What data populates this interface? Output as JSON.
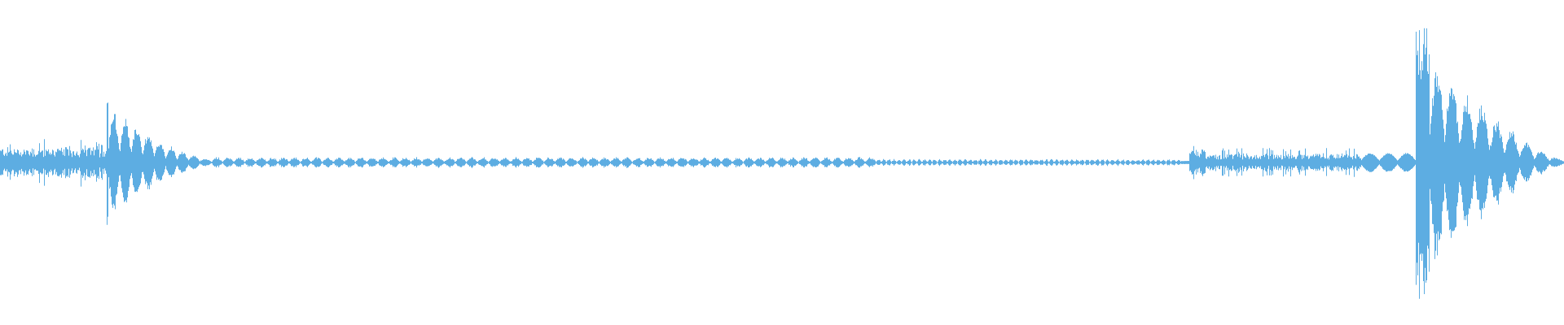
{
  "waveform": {
    "color": "#5dade2",
    "background": "#ffffff",
    "amplitude_range": [
      -1,
      1
    ],
    "peak_amplitude": 0.92,
    "segments": [
      {
        "start": 0.0,
        "end": 0.068,
        "style": "noise",
        "amp": 0.1
      },
      {
        "start": 0.068,
        "end": 0.069,
        "style": "spike",
        "amp": 0.52
      },
      {
        "start": 0.069,
        "end": 0.135,
        "style": "decay_bursts",
        "amp": 0.33
      },
      {
        "start": 0.135,
        "end": 0.56,
        "style": "tiny_bursts",
        "amp": 0.035
      },
      {
        "start": 0.56,
        "end": 0.755,
        "style": "tiny_bursts",
        "amp": 0.022
      },
      {
        "start": 0.76,
        "end": 0.77,
        "style": "noise",
        "amp": 0.09
      },
      {
        "start": 0.77,
        "end": 0.87,
        "style": "noise",
        "amp": 0.06
      },
      {
        "start": 0.87,
        "end": 0.905,
        "style": "blobs",
        "amp": 0.06
      },
      {
        "start": 0.905,
        "end": 0.914,
        "style": "spike",
        "amp": 0.92
      },
      {
        "start": 0.914,
        "end": 1.0,
        "style": "decay_bursts",
        "amp": 0.68
      }
    ]
  }
}
